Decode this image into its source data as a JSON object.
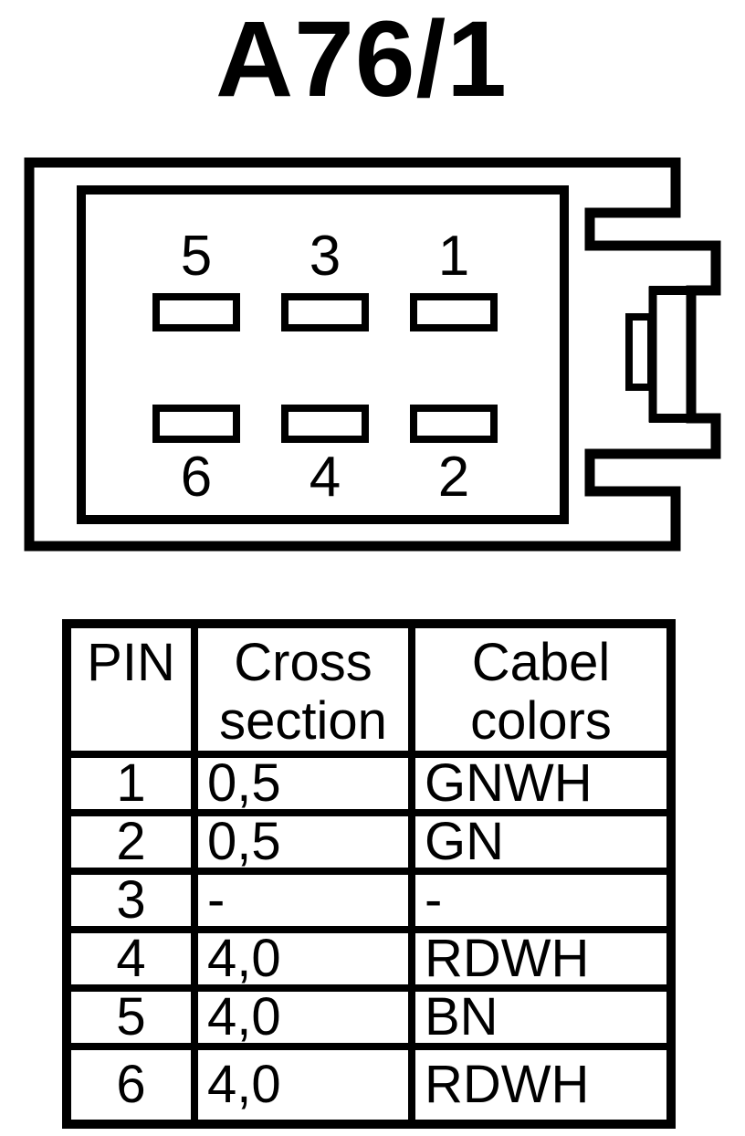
{
  "title": "A76/1",
  "connector": {
    "pin_labels_top": [
      "5",
      "3",
      "1"
    ],
    "pin_labels_bottom": [
      "6",
      "4",
      "2"
    ]
  },
  "table": {
    "columns": [
      "PIN",
      "Cross section",
      "Cabel colors"
    ],
    "rows": [
      {
        "pin": "1",
        "cross_section": "0,5",
        "cable_color": "GNWH"
      },
      {
        "pin": "2",
        "cross_section": "0,5",
        "cable_color": "GN"
      },
      {
        "pin": "3",
        "cross_section": "-",
        "cable_color": "-"
      },
      {
        "pin": "4",
        "cross_section": "4,0",
        "cable_color": "RDWH"
      },
      {
        "pin": "5",
        "cross_section": "4,0",
        "cable_color": "BN"
      },
      {
        "pin": "6",
        "cross_section": "4,0",
        "cable_color": "RDWH"
      }
    ]
  },
  "colors": {
    "ink": "#000000",
    "background": "#ffffff"
  }
}
